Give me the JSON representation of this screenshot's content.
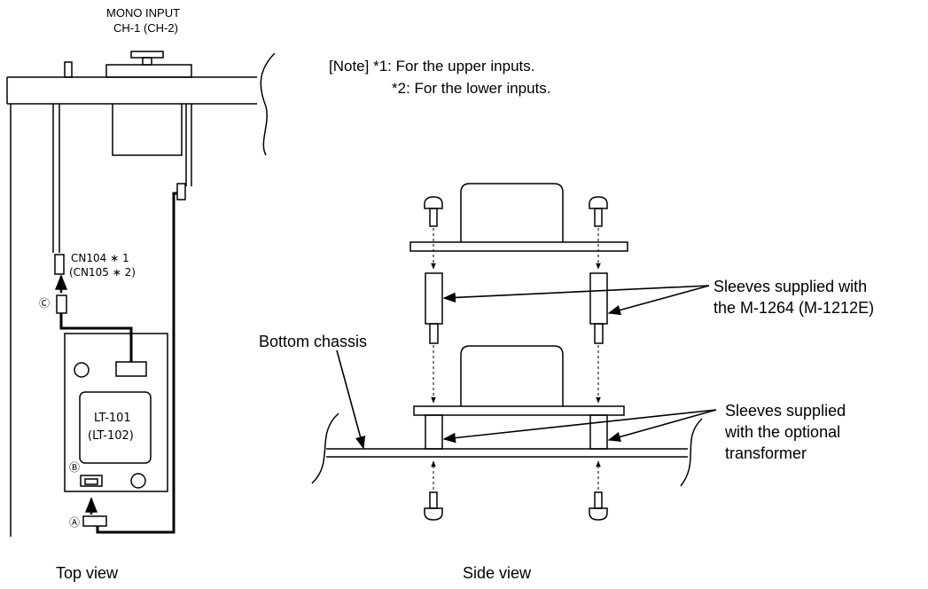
{
  "header": {
    "line1": "MONO  INPUT",
    "line2": "CH-1  (CH-2)"
  },
  "note": {
    "line1": "[Note]  *1:  For the upper inputs.",
    "line2": "*2:  For the lower inputs."
  },
  "top_view": {
    "connector_line1": "CN104 ∗ 1",
    "connector_line2": "(CN105 ∗ 2)",
    "marker_c": "Ⓒ",
    "marker_b": "Ⓑ",
    "marker_a": "Ⓐ",
    "module_line1": "LT-101",
    "module_line2": "(LT-102)",
    "caption": "Top view"
  },
  "side_view": {
    "sleeves_m_line1": "Sleeves  supplied  with",
    "sleeves_m_line2": "the  M-1264  (M-1212E)",
    "bottom_chassis": "Bottom  chassis",
    "sleeves_opt_line1": "Sleeves  supplied",
    "sleeves_opt_line2": "with  the  optional",
    "sleeves_opt_line3": "transformer",
    "caption": "Side view"
  }
}
